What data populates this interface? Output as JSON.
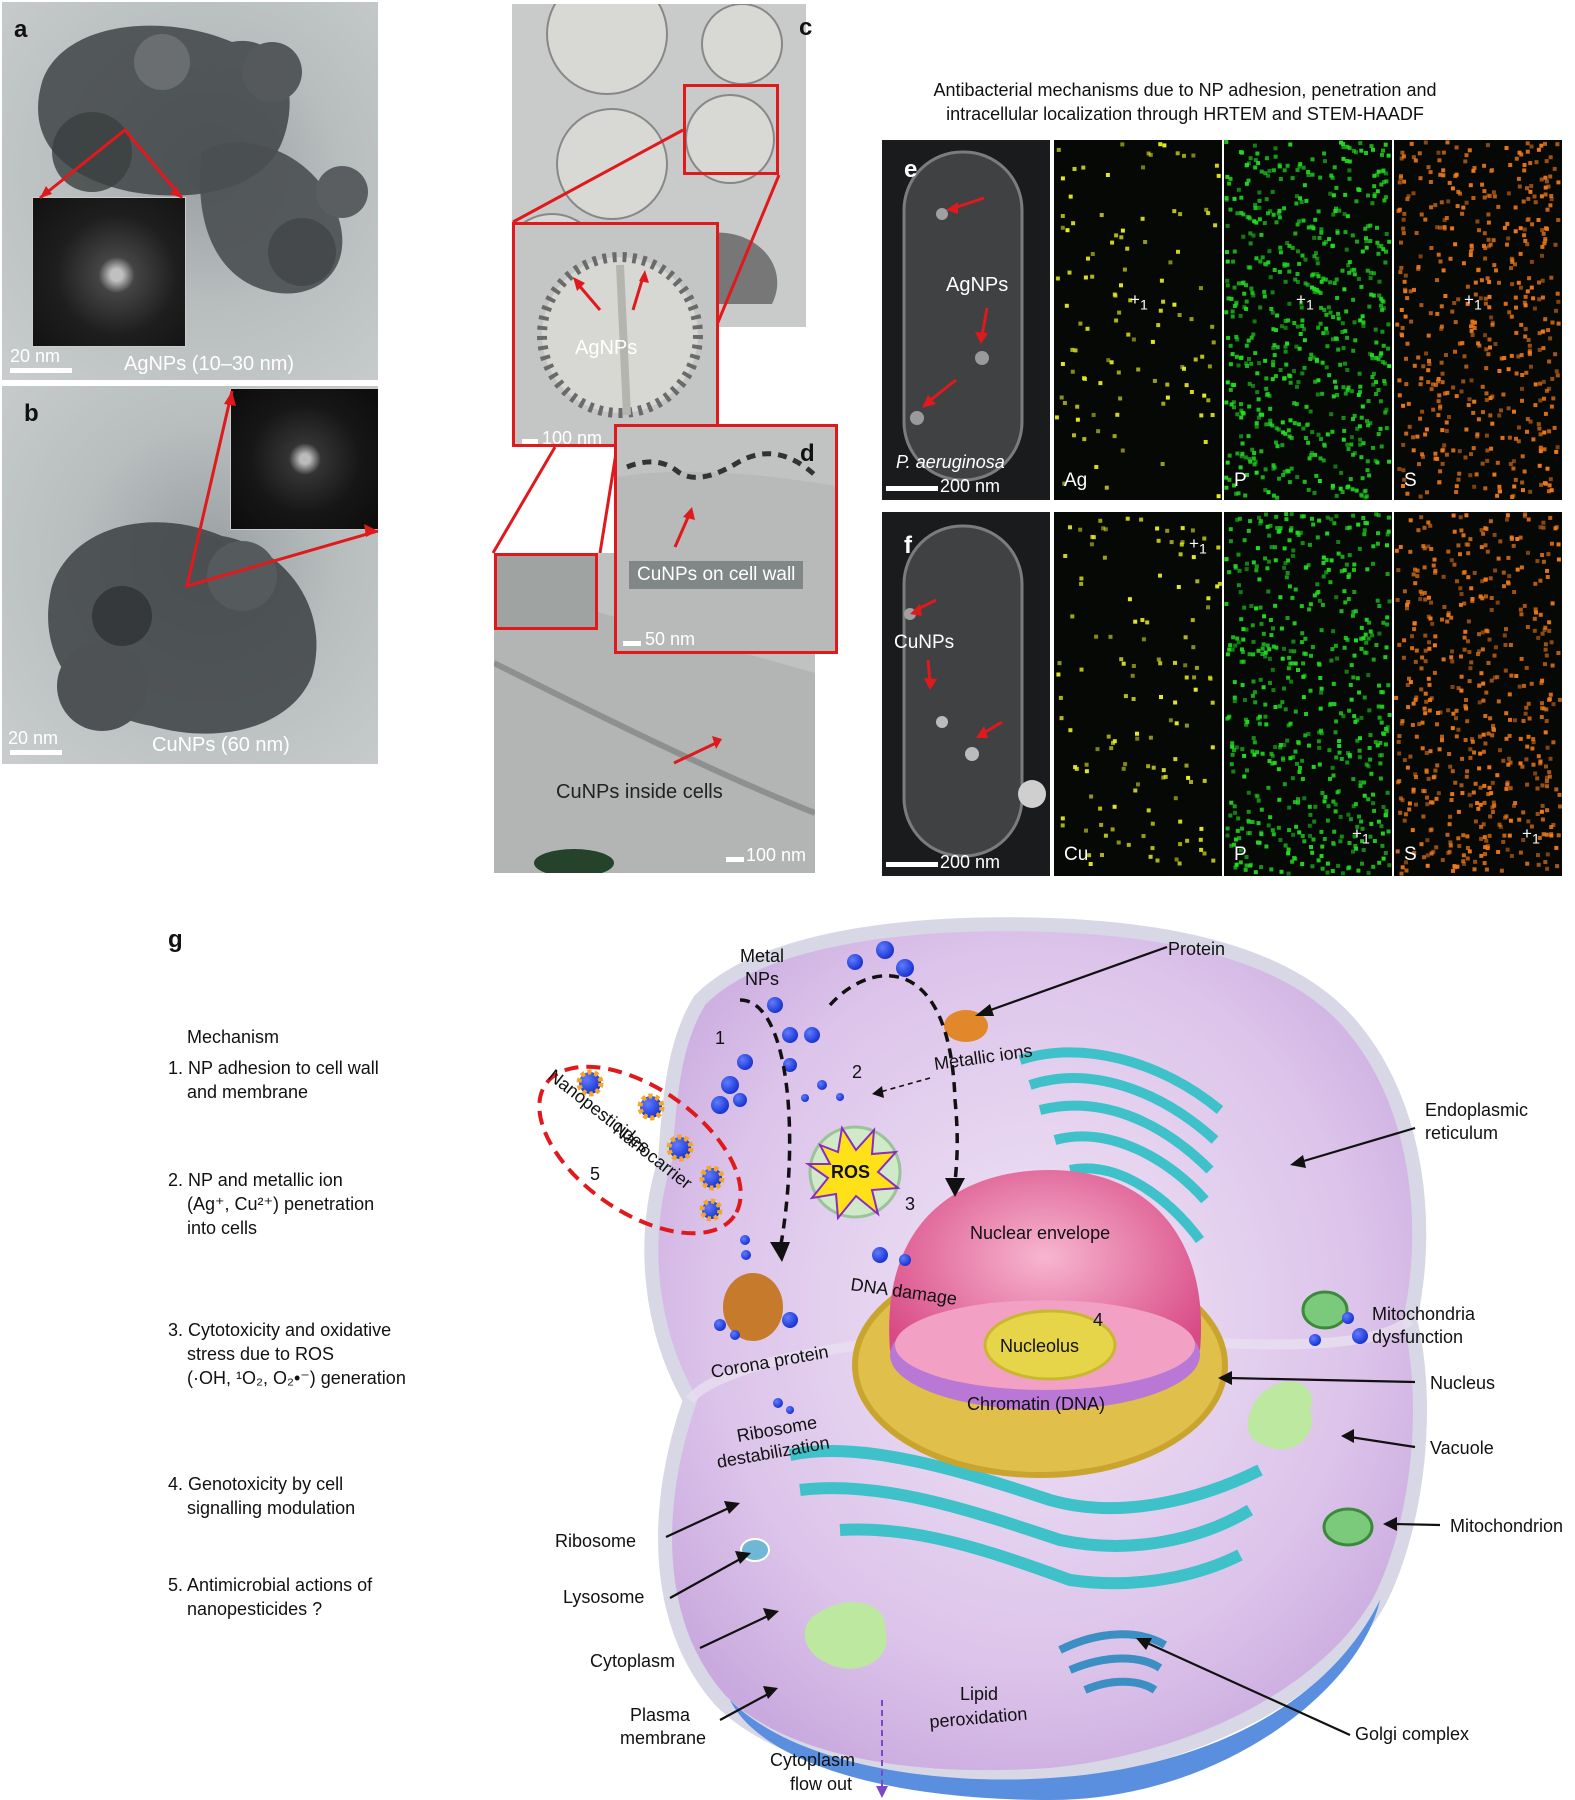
{
  "panels": {
    "a": {
      "label": "a",
      "scale": "20 nm",
      "caption": "AgNPs (10–30 nm)"
    },
    "b": {
      "label": "b",
      "scale": "20 nm",
      "caption": "CuNPs (60 nm)"
    },
    "c": {
      "label": "c",
      "scale": "100 nm",
      "annotation": "AgNPs"
    },
    "d": {
      "label": "d",
      "scale_inset": "50 nm",
      "scale_main": "100 nm",
      "annotation_wall": "CuNPs on cell wall",
      "annotation_inside": "CuNPs inside cells"
    },
    "ef_title_line1": "Antibacterial mechanisms due to NP adhesion, penetration and",
    "ef_title_line2": "intracellular localization through HRTEM and STEM-HAADF",
    "e": {
      "label": "e",
      "np_label": "AgNPs",
      "species": "P. aeruginosa",
      "scale": "200 nm",
      "maps": [
        "Ag",
        "P",
        "S"
      ]
    },
    "f": {
      "label": "f",
      "np_label": "CuNPs",
      "scale": "200 nm",
      "maps": [
        "Cu",
        "P",
        "S"
      ]
    },
    "marker_plus": "+",
    "marker_sub": "1"
  },
  "g": {
    "label": "g",
    "mechanism_title": "Mechanism",
    "mechanisms": [
      {
        "line1": "1. NP adhesion to cell wall",
        "line2": "and membrane"
      },
      {
        "line1": "2. NP and metallic ion",
        "line2": "(Ag⁺, Cu²⁺) penetration",
        "line3": "into cells"
      },
      {
        "line1": "3. Cytotoxicity and oxidative",
        "line2": "stress due to ROS",
        "line3": "(·OH, ¹O₂, O₂•⁻) generation"
      },
      {
        "line1": "4. Genotoxicity by cell",
        "line2": "signalling modulation"
      },
      {
        "line1": "5. Antimicrobial actions of",
        "line2": "nanopesticides ?"
      }
    ],
    "cell_labels": {
      "metal_nps_1": "Metal",
      "metal_nps_2": "NPs",
      "protein": "Protein",
      "metallic_ions": "Metallic ions",
      "endoplasmic_1": "Endoplasmic",
      "endoplasmic_2": "reticulum",
      "nanopesticides": "Nanopesticides",
      "nanocarrier": "Nanocarrier",
      "num1": "1",
      "num2": "2",
      "num3": "3",
      "num4": "4",
      "num5": "5",
      "ros": "ROS",
      "nuclear_envelope": "Nuclear envelope",
      "dna_damage": "DNA damage",
      "corona_protein": "Corona protein",
      "nucleolus": "Nucleolus",
      "chromatin": "Chromatin (DNA)",
      "mito_dys_1": "Mitochondria",
      "mito_dys_2": "dysfunction",
      "nucleus": "Nucleus",
      "vacuole": "Vacuole",
      "mitochondrion": "Mitochondrion",
      "ribosome_destab_1": "Ribosome",
      "ribosome_destab_2": "destabilization",
      "ribosome": "Ribosome",
      "lysosome": "Lysosome",
      "cytoplasm": "Cytoplasm",
      "plasma_1": "Plasma",
      "plasma_2": "membrane",
      "lipid_1": "Lipid",
      "lipid_2": "peroxidation",
      "golgi": "Golgi complex",
      "flow_1": "Cytoplasm",
      "flow_2": "flow out"
    }
  },
  "colors": {
    "red": "#e0191c",
    "ag_map": "#e8f020",
    "p_map": "#22dd22",
    "s_map": "#f07a1a",
    "np_blue": "#1a35d0"
  }
}
